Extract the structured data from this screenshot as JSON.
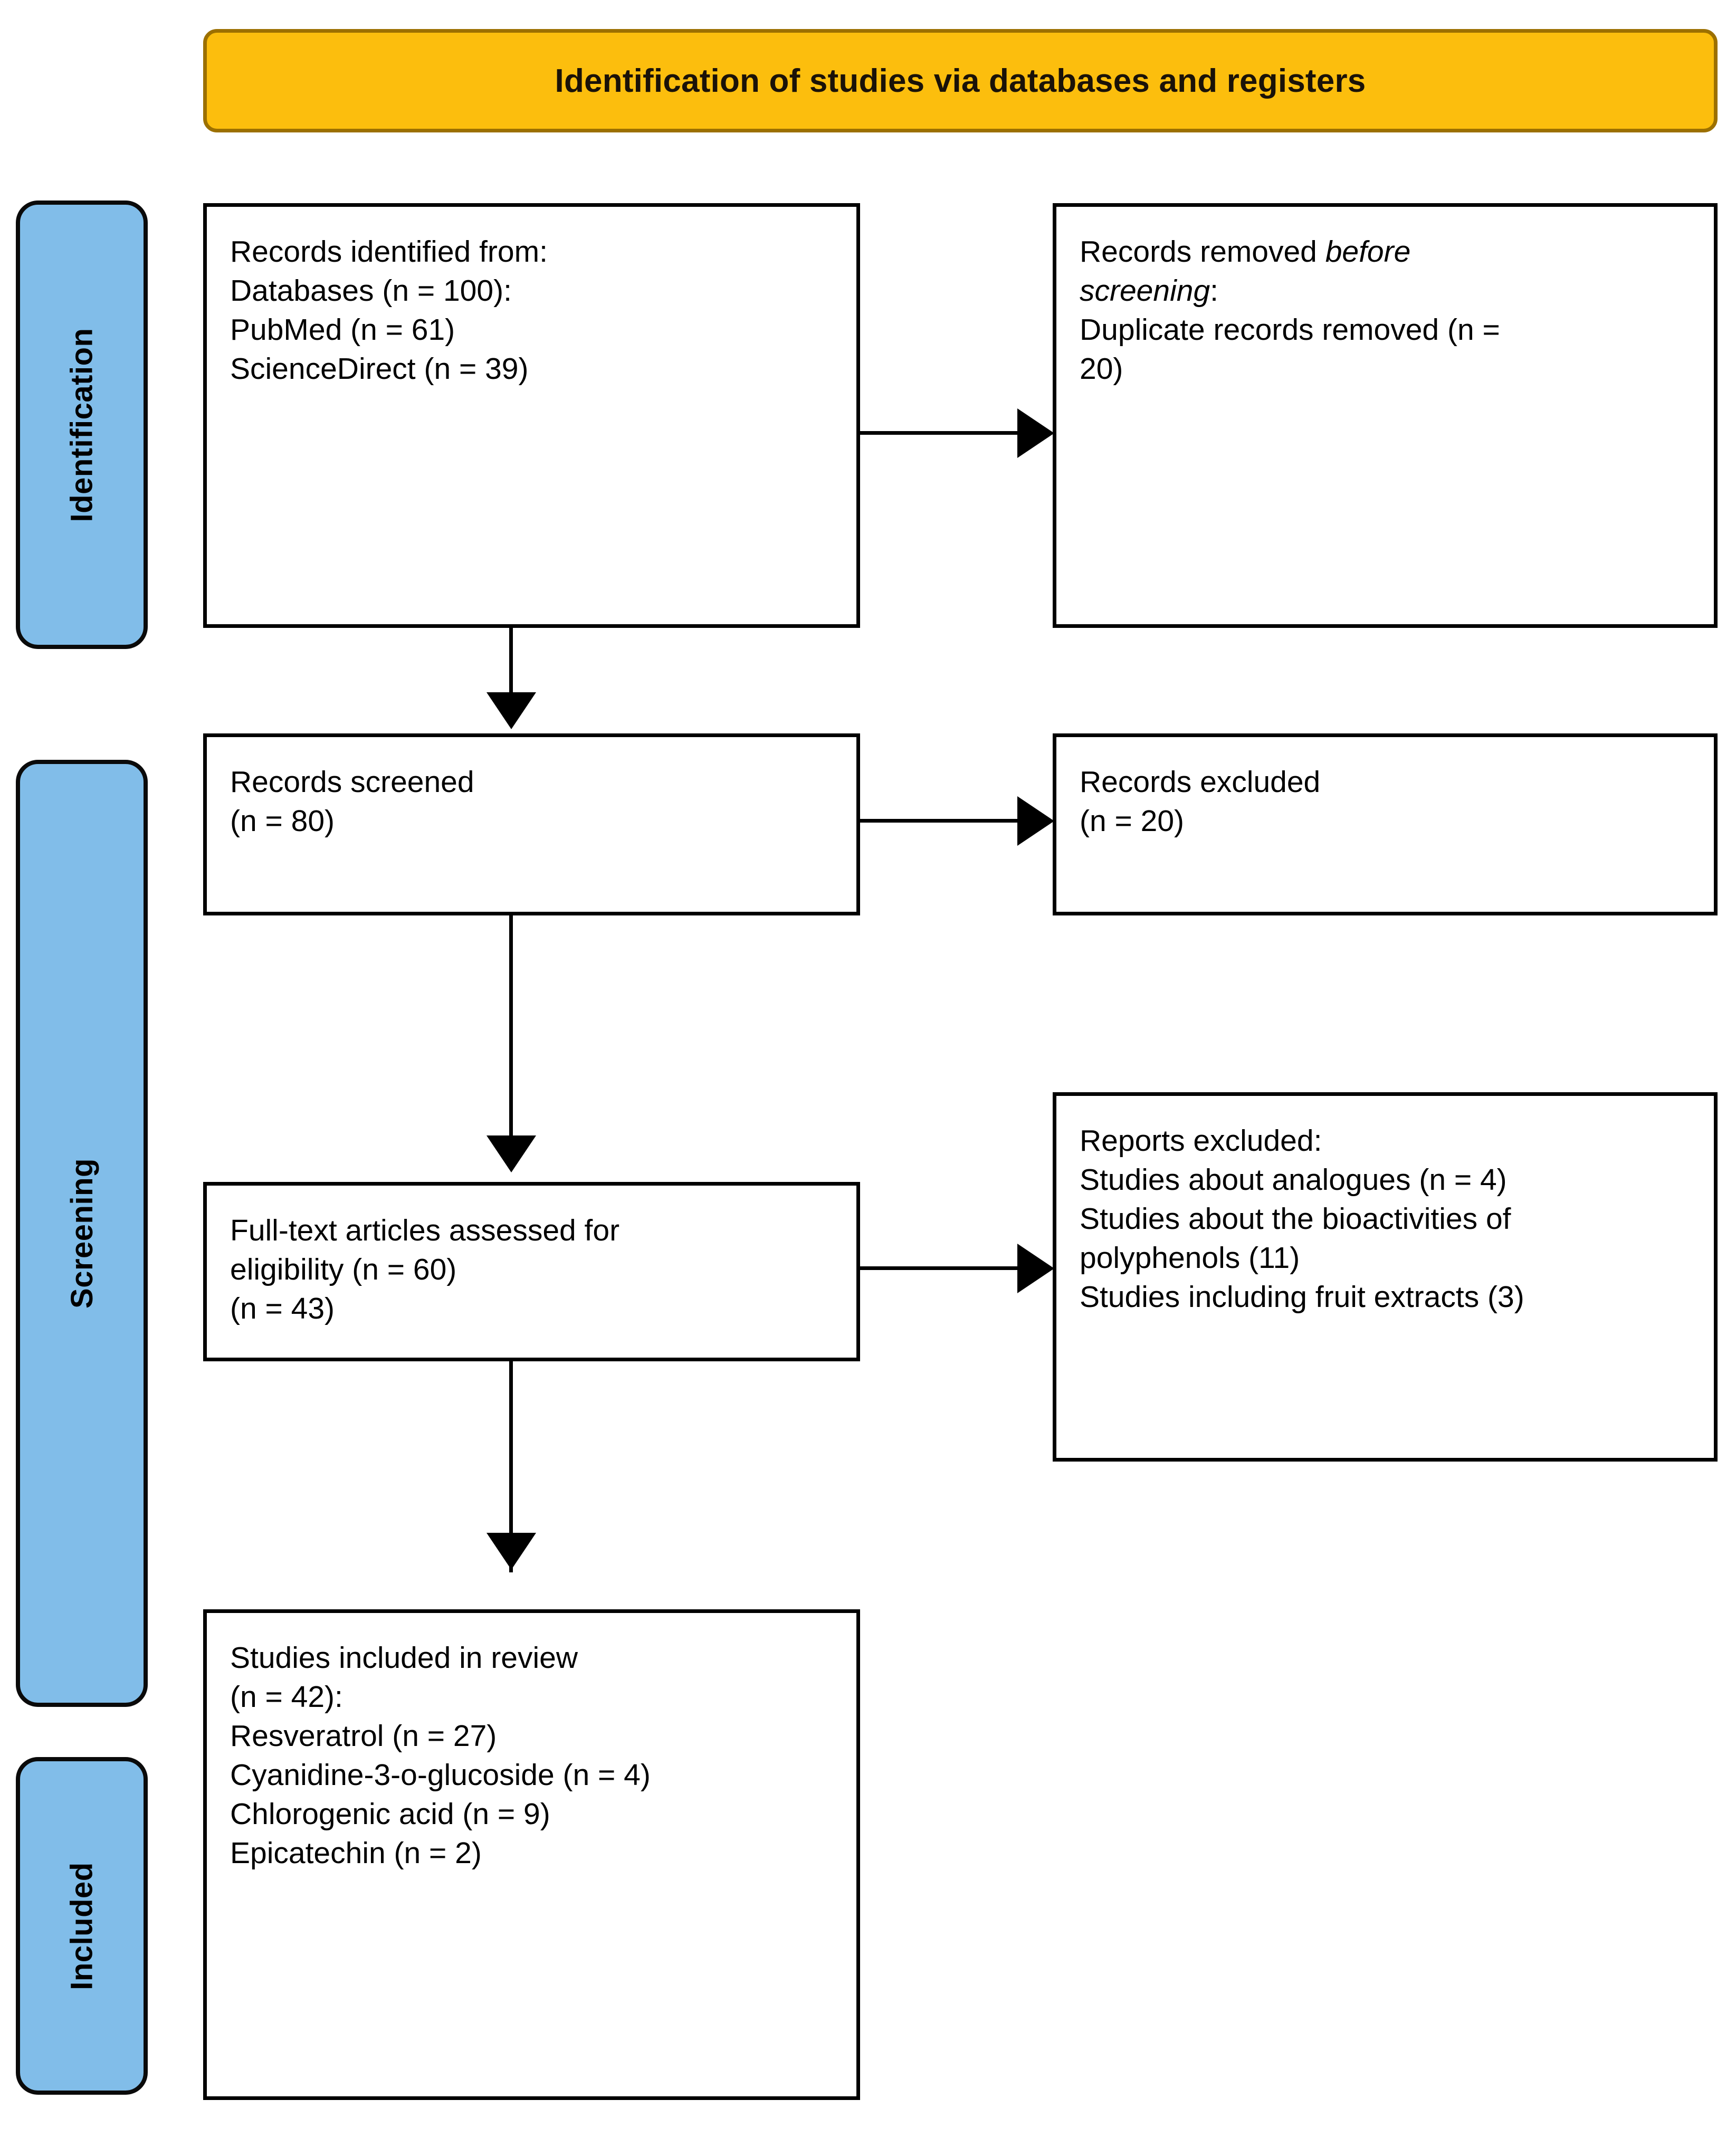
{
  "diagram": {
    "type": "prisma-flow-diagram",
    "header": {
      "title": "Identification of studies via databases and registers",
      "fill_color": "#FCBE0D",
      "border_color": "#9C7000"
    },
    "stage_tabs": [
      {
        "label": "Identification",
        "fill_color": "#81BDE9"
      },
      {
        "label": "Screening",
        "fill_color": "#81BDE9"
      },
      {
        "label": "Included",
        "fill_color": "#81BDE9"
      }
    ],
    "boxes": {
      "records_identified": {
        "lines": [
          "Records identified from:",
          "Databases (n = 100):",
          "PubMed (n = 61)",
          "ScienceDirect (n = 39)"
        ]
      },
      "records_removed": {
        "line1_prefix": "Records removed ",
        "line1_italic": "before",
        "line2_italic": "screening",
        "line2_suffix": ":",
        "line3": "Duplicate records removed  (n =",
        "line4": "20)"
      },
      "records_screened": {
        "lines": [
          "Records screened",
          "(n = 80)"
        ]
      },
      "records_excluded": {
        "lines": [
          "Records excluded",
          "(n = 20)"
        ]
      },
      "fulltext_assessed": {
        "lines": [
          "Full-text articles assessed for",
          "eligibility (n = 60)",
          "(n = 43)"
        ]
      },
      "reports_excluded": {
        "lines": [
          "Reports excluded:",
          "Studies about analogues (n = 4)",
          "Studies about the bioactivities of",
          "polyphenols (11)",
          "Studies including fruit extracts (3)"
        ]
      },
      "studies_included": {
        "lines": [
          "Studies included in review",
          "(n = 42):",
          "Resveratrol (n = 27)",
          "Cyanidine-3-o-glucoside (n = 4)",
          "Chlorogenic acid (n = 9)",
          "Epicatechin (n = 2)"
        ]
      }
    },
    "counts": {
      "identified_total": 100,
      "pubmed": 61,
      "sciencedirect": 39,
      "duplicates_removed": 20,
      "screened": 80,
      "screened_excluded": 20,
      "fulltext_assessed": 60,
      "fulltext_assessed_alt": 43,
      "excluded_analogues": 4,
      "excluded_polyphenol_bioactivities": 11,
      "excluded_fruit_extracts": 3,
      "included_total": 42,
      "resveratrol": 27,
      "cyanidine_3_o_glucoside": 4,
      "chlorogenic_acid": 9,
      "epicatechin": 2
    }
  }
}
